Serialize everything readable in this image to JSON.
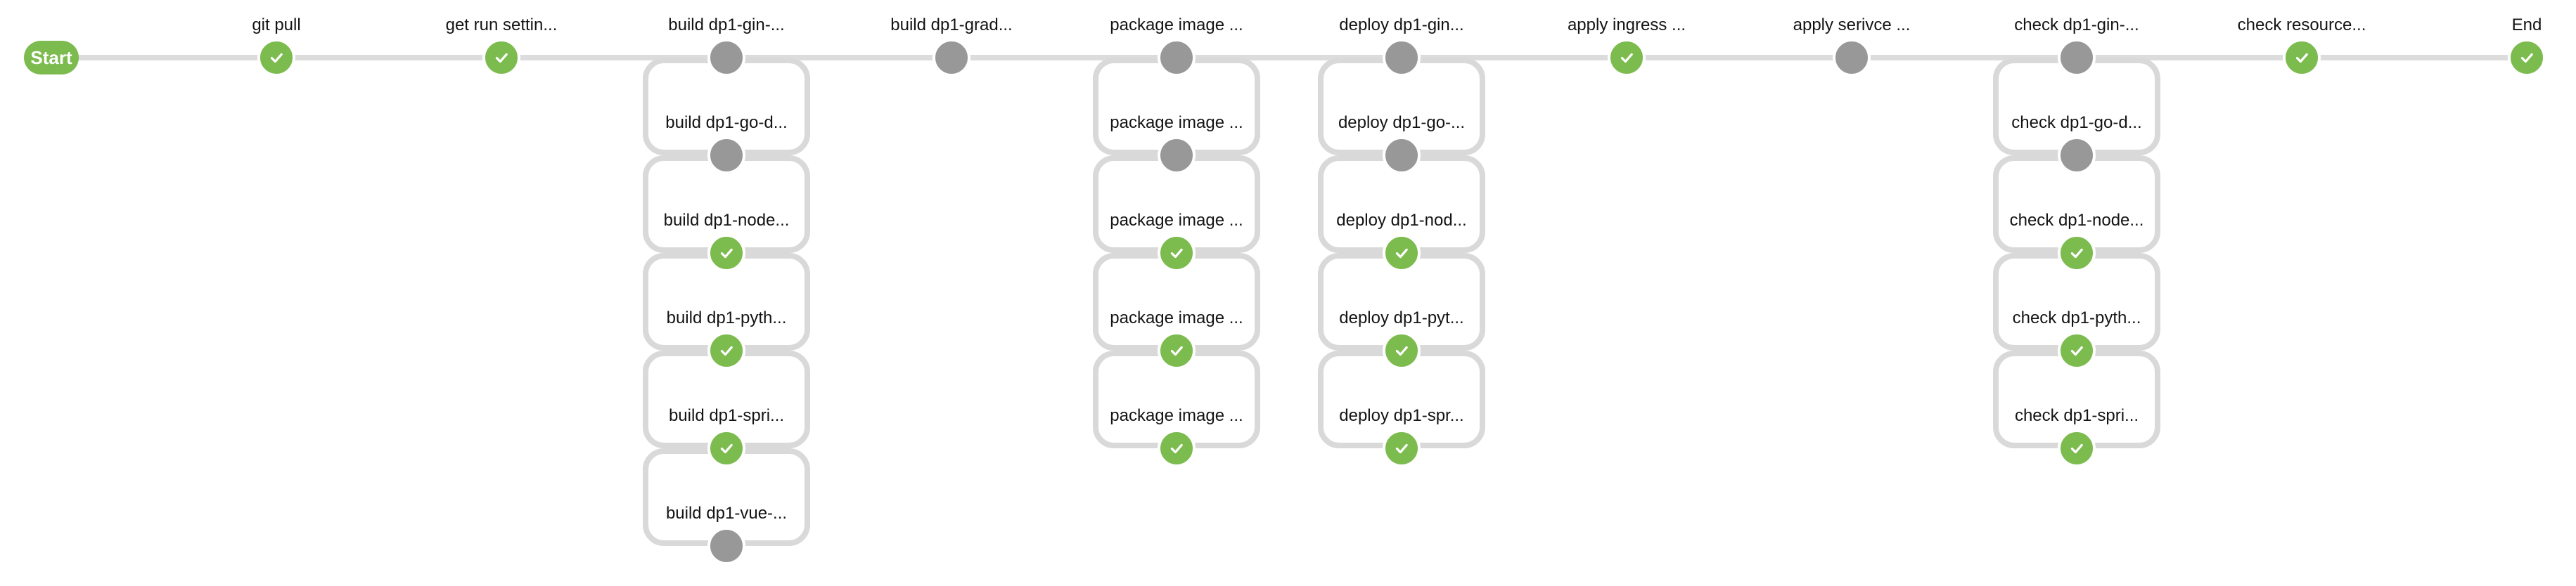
{
  "title": "pipeline-stage-graph",
  "background": "#ffffff",
  "colors": {
    "success": "#7cbb4e",
    "waiting": "#989898",
    "line": "#dcdcdc",
    "connector": "#d9d9d9",
    "label": "#141414",
    "node_ring": "#ffffff",
    "check": "#ffffff",
    "start_pill_text": "#ffffff"
  },
  "columns": [
    {
      "id": "start",
      "kind": "start",
      "label": "Start"
    },
    {
      "id": "git-pull",
      "kind": "stage",
      "nodes": [
        {
          "label": "git pull",
          "status": "success"
        }
      ]
    },
    {
      "id": "get-run-settings",
      "kind": "stage",
      "nodes": [
        {
          "label": "get run settin...",
          "status": "success"
        }
      ]
    },
    {
      "id": "build",
      "kind": "stage",
      "nodes": [
        {
          "label": "build dp1-gin-...",
          "status": "waiting"
        },
        {
          "label": "build dp1-go-d...",
          "status": "waiting"
        },
        {
          "label": "build dp1-node...",
          "status": "success"
        },
        {
          "label": "build dp1-pyth...",
          "status": "success"
        },
        {
          "label": "build dp1-spri...",
          "status": "success"
        },
        {
          "label": "build dp1-vue-...",
          "status": "waiting"
        }
      ]
    },
    {
      "id": "build-gradle",
      "kind": "stage",
      "nodes": [
        {
          "label": "build dp1-grad...",
          "status": "waiting"
        }
      ]
    },
    {
      "id": "package-image",
      "kind": "stage",
      "nodes": [
        {
          "label": "package image ...",
          "status": "waiting"
        },
        {
          "label": "package image ...",
          "status": "waiting"
        },
        {
          "label": "package image ...",
          "status": "success"
        },
        {
          "label": "package image ...",
          "status": "success"
        },
        {
          "label": "package image ...",
          "status": "success"
        }
      ]
    },
    {
      "id": "deploy",
      "kind": "stage",
      "nodes": [
        {
          "label": "deploy dp1-gin...",
          "status": "waiting"
        },
        {
          "label": "deploy dp1-go-...",
          "status": "waiting"
        },
        {
          "label": "deploy dp1-nod...",
          "status": "success"
        },
        {
          "label": "deploy dp1-pyt...",
          "status": "success"
        },
        {
          "label": "deploy dp1-spr...",
          "status": "success"
        }
      ]
    },
    {
      "id": "apply-ingress",
      "kind": "stage",
      "nodes": [
        {
          "label": "apply ingress ...",
          "status": "success"
        }
      ]
    },
    {
      "id": "apply-service",
      "kind": "stage",
      "nodes": [
        {
          "label": "apply serivce ...",
          "status": "waiting"
        }
      ]
    },
    {
      "id": "check",
      "kind": "stage",
      "nodes": [
        {
          "label": "check dp1-gin-...",
          "status": "waiting"
        },
        {
          "label": "check dp1-go-d...",
          "status": "waiting"
        },
        {
          "label": "check dp1-node...",
          "status": "success"
        },
        {
          "label": "check dp1-pyth...",
          "status": "success"
        },
        {
          "label": "check dp1-spri...",
          "status": "success"
        }
      ]
    },
    {
      "id": "check-resource",
      "kind": "stage",
      "nodes": [
        {
          "label": "check resource...",
          "status": "success"
        }
      ]
    },
    {
      "id": "end",
      "kind": "end",
      "label": "End",
      "status": "success"
    }
  ]
}
